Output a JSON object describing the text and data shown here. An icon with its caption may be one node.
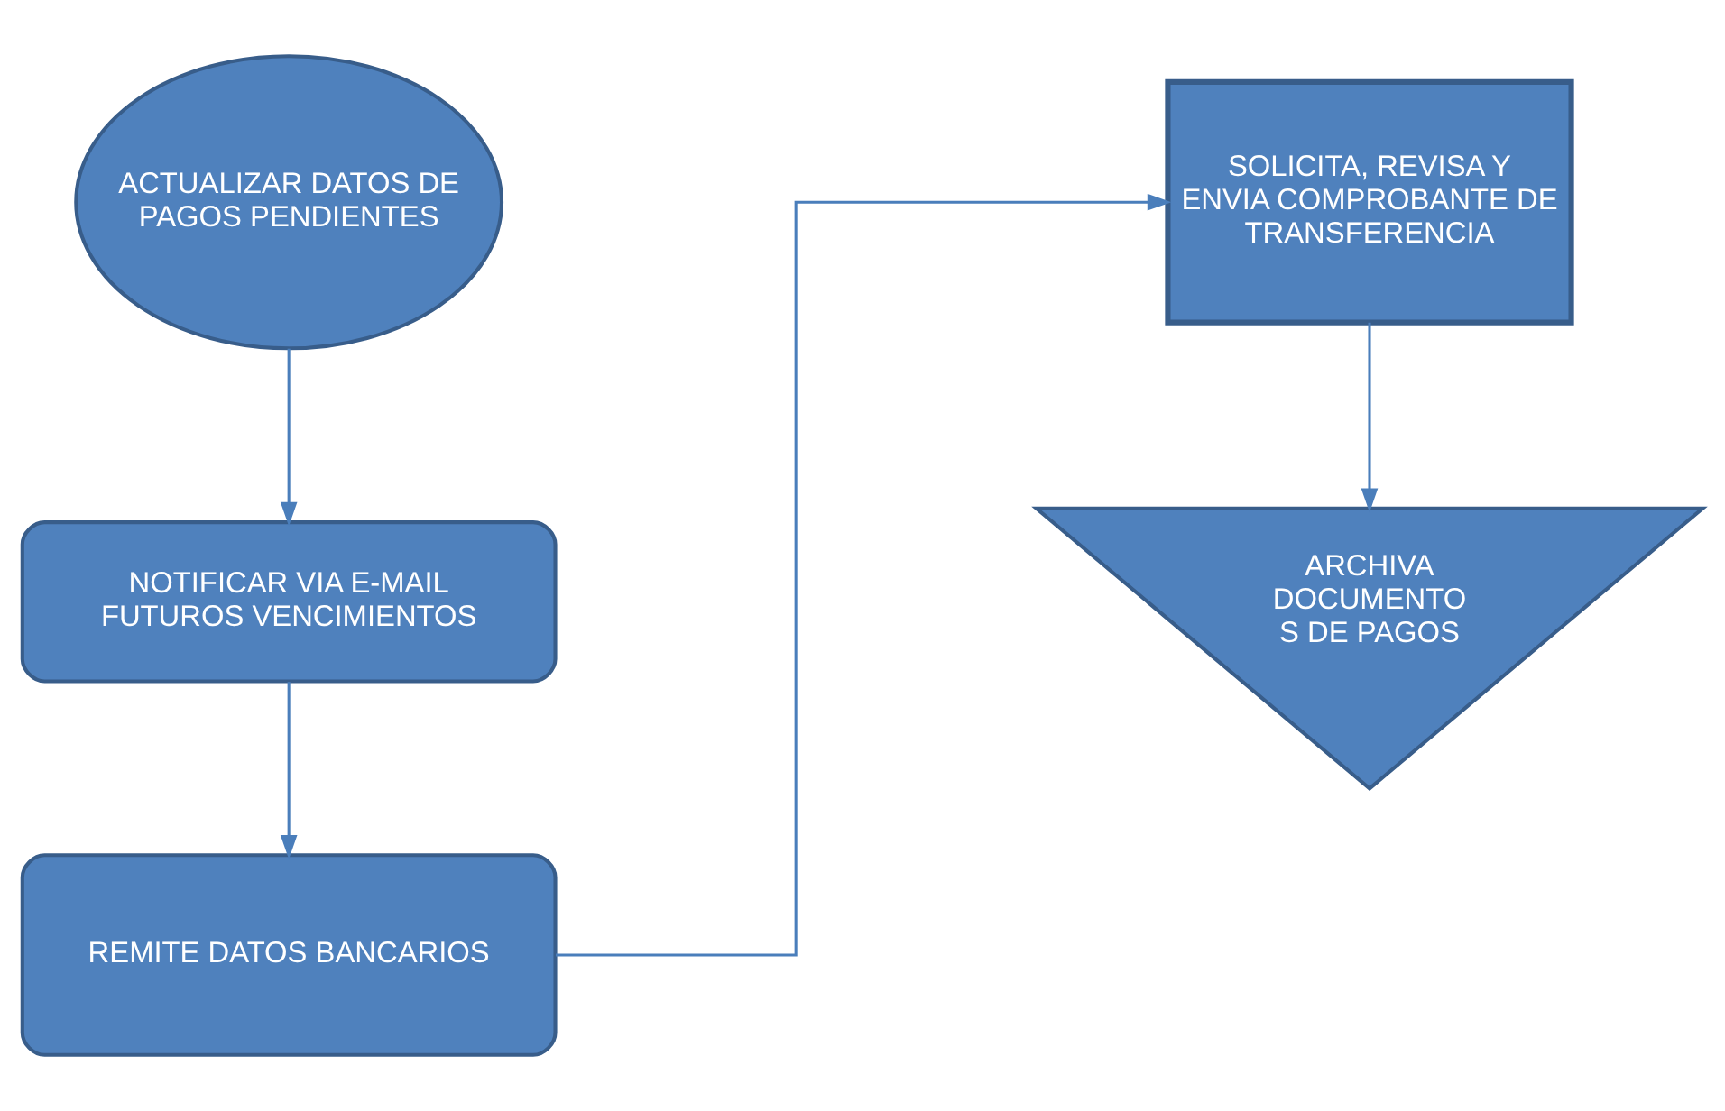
{
  "diagram": {
    "nodes": [
      {
        "text": [
          "ACTUALIZAR DATOS DE PAGOS PENDIENTES"
        ]
      },
      {
        "text": [
          "NOTIFICAR VIA E-MAIL FUTUROS VENCIMIENTOS"
        ]
      },
      {
        "text": [
          "REMITE DATOS BANCARIOS"
        ]
      },
      {
        "text": [
          "SOLICITA, REVISA Y ENVIA COMPROBANTE DE TRANSFERENCIA"
        ]
      },
      {
        "text": [
          "ARCHIVA DOCUMENTO S DE PAGOS"
        ]
      }
    ],
    "edges": [
      {
        "from": 0,
        "to": 1,
        "arrow": "to"
      },
      {
        "from": 1,
        "to": 2,
        "arrow": "to"
      },
      {
        "from": 2,
        "to": 3,
        "arrow": "to"
      },
      {
        "from": 3,
        "to": 4,
        "arrow": "to"
      }
    ]
  }
}
